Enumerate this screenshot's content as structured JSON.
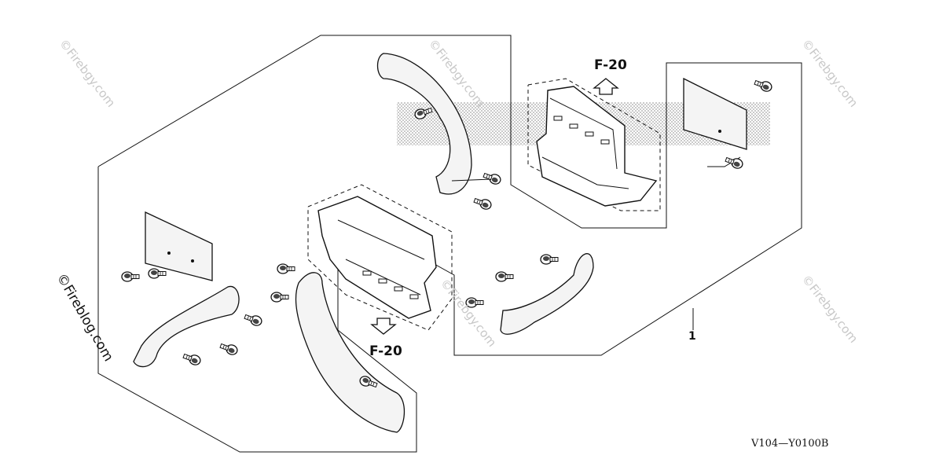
{
  "labels": {
    "ref_top": "F-20",
    "ref_bottom": "F-20",
    "part_number": "1",
    "diagram_code": "V104—Y0100B"
  },
  "watermarks": {
    "text": "©Firebgy.com",
    "left_margin_text": "©Fireblog.com"
  },
  "icons": [
    "arrow-up-icon",
    "arrow-down-icon",
    "bolt-icon"
  ]
}
